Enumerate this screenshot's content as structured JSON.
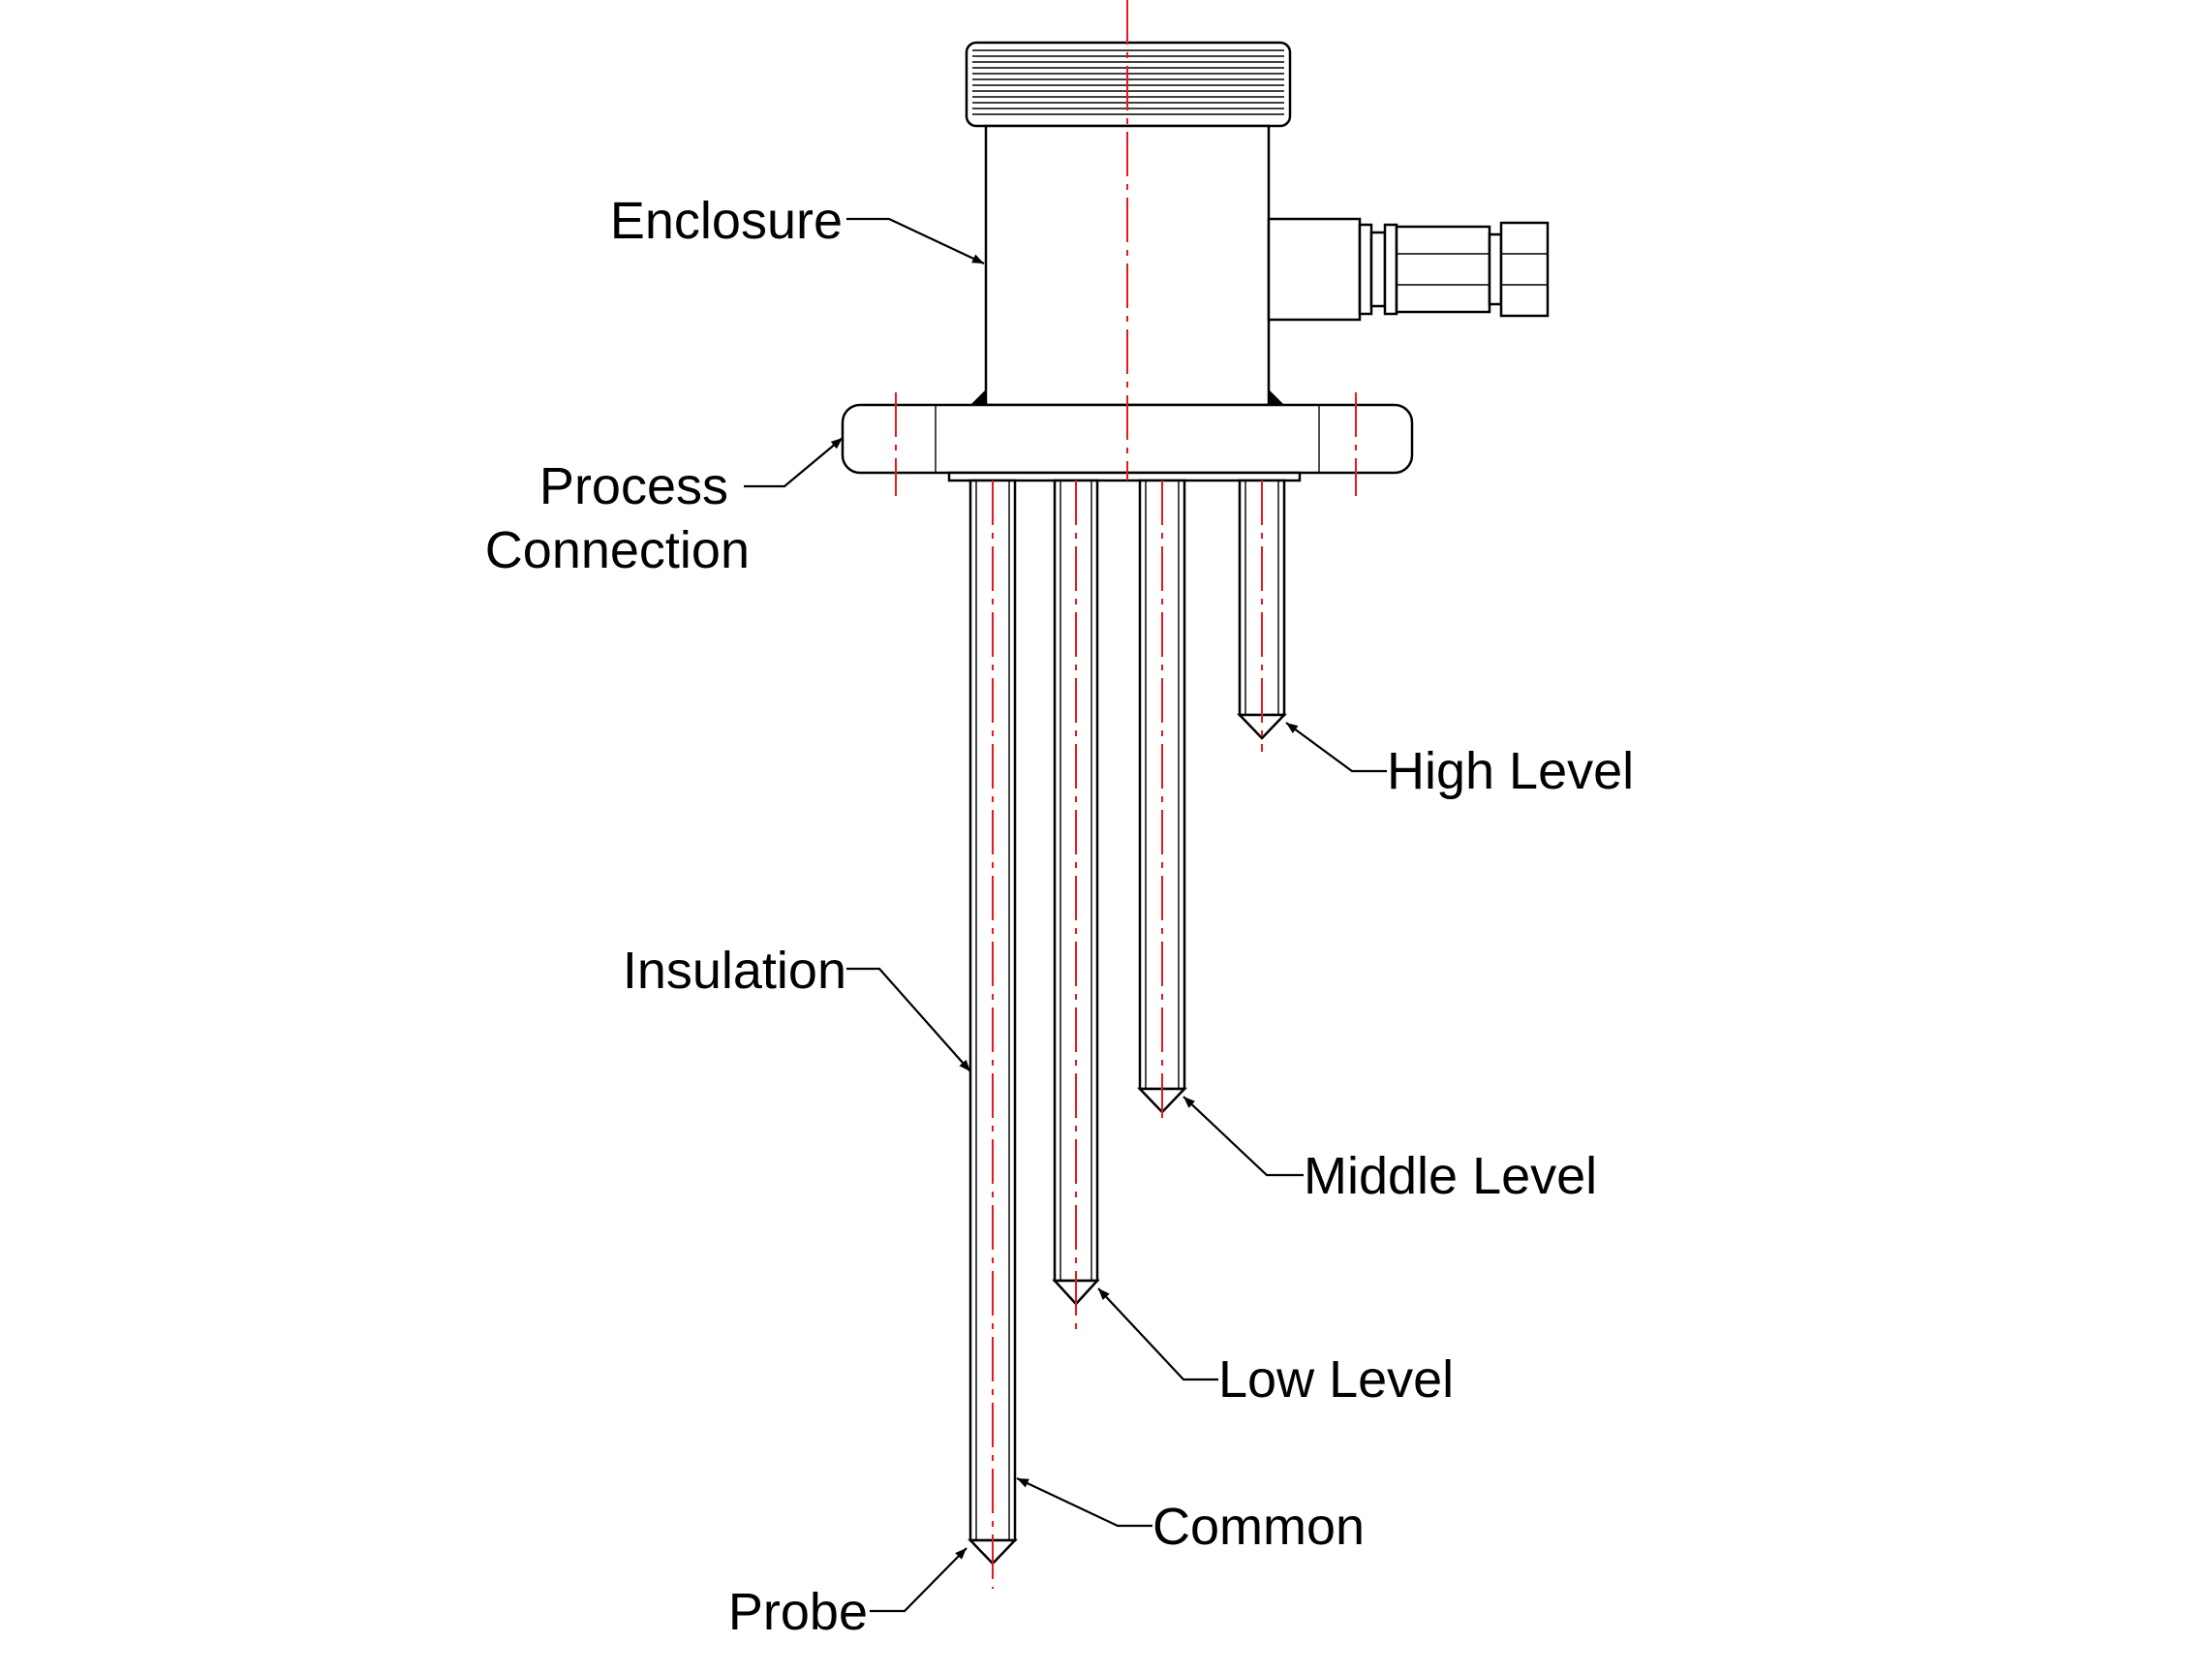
{
  "labels": {
    "enclosure": "Enclosure",
    "process_line1": "Process",
    "process_line2": "Connection",
    "insulation": "Insulation",
    "high_level": "High Level",
    "middle_level": "Middle Level",
    "low_level": "Low Level",
    "common": "Common",
    "probe": "Probe"
  },
  "colors": {
    "outline": "#000000",
    "centerline": "#e8191c",
    "background": "#ffffff"
  }
}
